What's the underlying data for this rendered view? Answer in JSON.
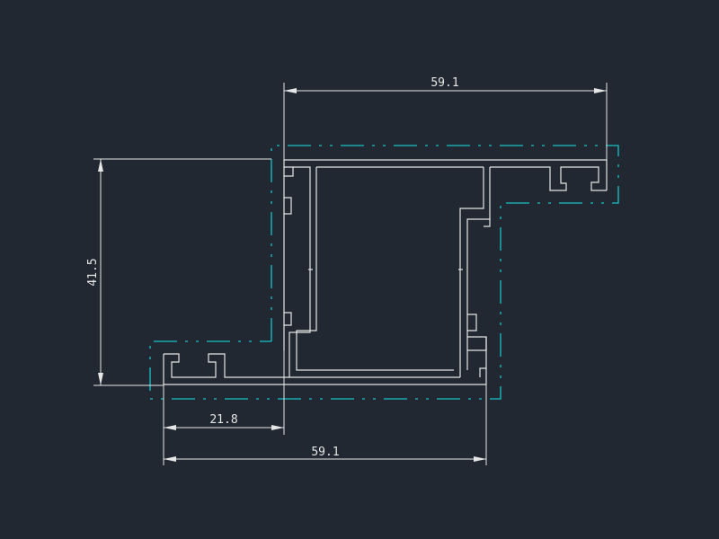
{
  "drawing": {
    "background": "#222831",
    "line_color": "#e6e6e6",
    "centerline_color": "#17c3c8",
    "dimensions": {
      "top_width": "59.1",
      "bottom_width": "59.1",
      "left_flange": "21.8",
      "height": "41.5"
    }
  }
}
